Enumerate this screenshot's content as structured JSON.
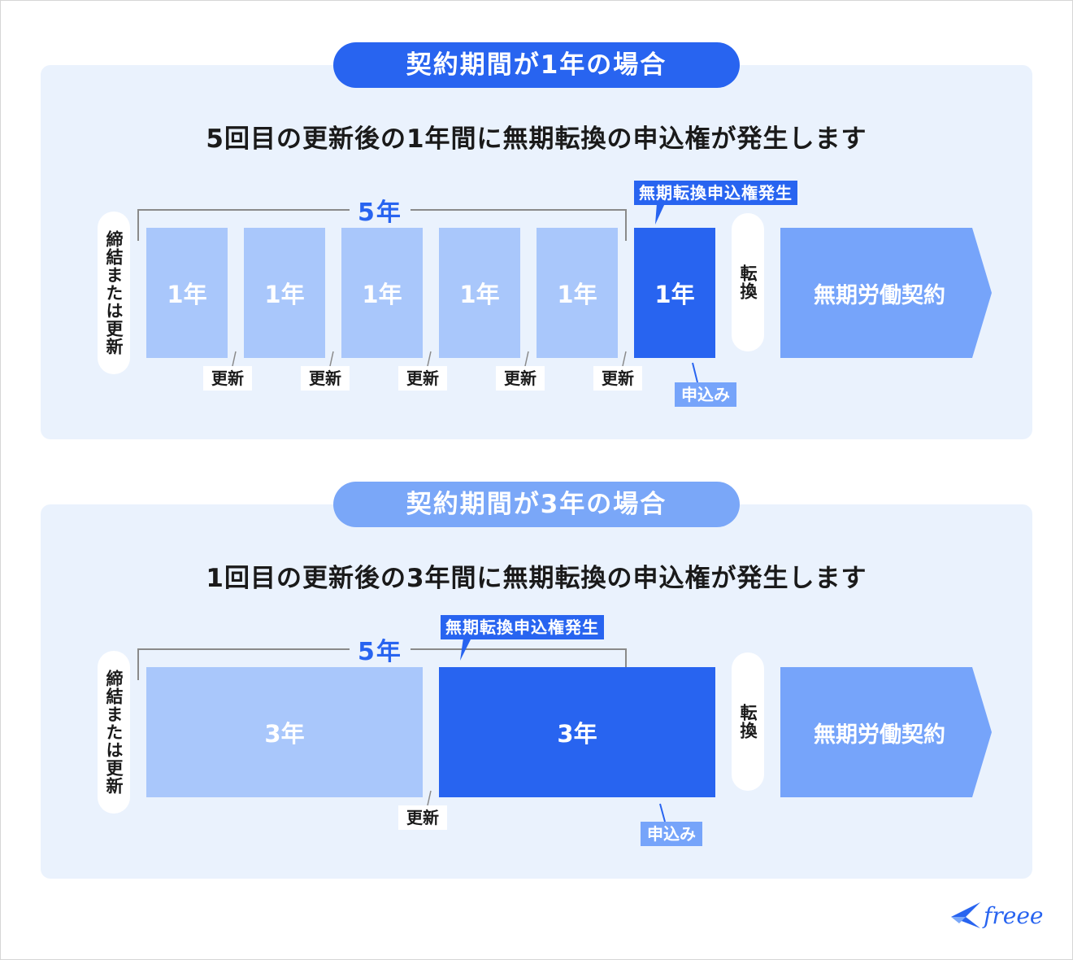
{
  "section1": {
    "title": "契約期間が1年の場合",
    "heading": "5回目の更新後の1年間に無期転換の申込権が発生します",
    "start_label": "締結または更新",
    "span_label": "5年",
    "blocks": [
      "1年",
      "1年",
      "1年",
      "1年",
      "1年",
      "1年"
    ],
    "renewals": [
      "更新",
      "更新",
      "更新",
      "更新",
      "更新"
    ],
    "callout": "無期転換申込権発生",
    "apply": "申込み",
    "conversion": "転換",
    "result": "無期労働契約"
  },
  "section2": {
    "title": "契約期間が3年の場合",
    "heading": "1回目の更新後の3年間に無期転換の申込権が発生します",
    "start_label": "締結または更新",
    "span_label": "5年",
    "blocks": [
      "3年",
      "3年"
    ],
    "renewals": [
      "更新"
    ],
    "callout": "無期転換申込権発生",
    "apply": "申込み",
    "conversion": "転換",
    "result": "無期労働契約"
  },
  "logo": {
    "text": "freee",
    "icon": "freee-bird-icon"
  },
  "colors": {
    "dark_blue": "#2864f0",
    "light_blue": "#a9c7fb",
    "mid_blue": "#76a4fa",
    "panel": "#eaf2fd"
  }
}
